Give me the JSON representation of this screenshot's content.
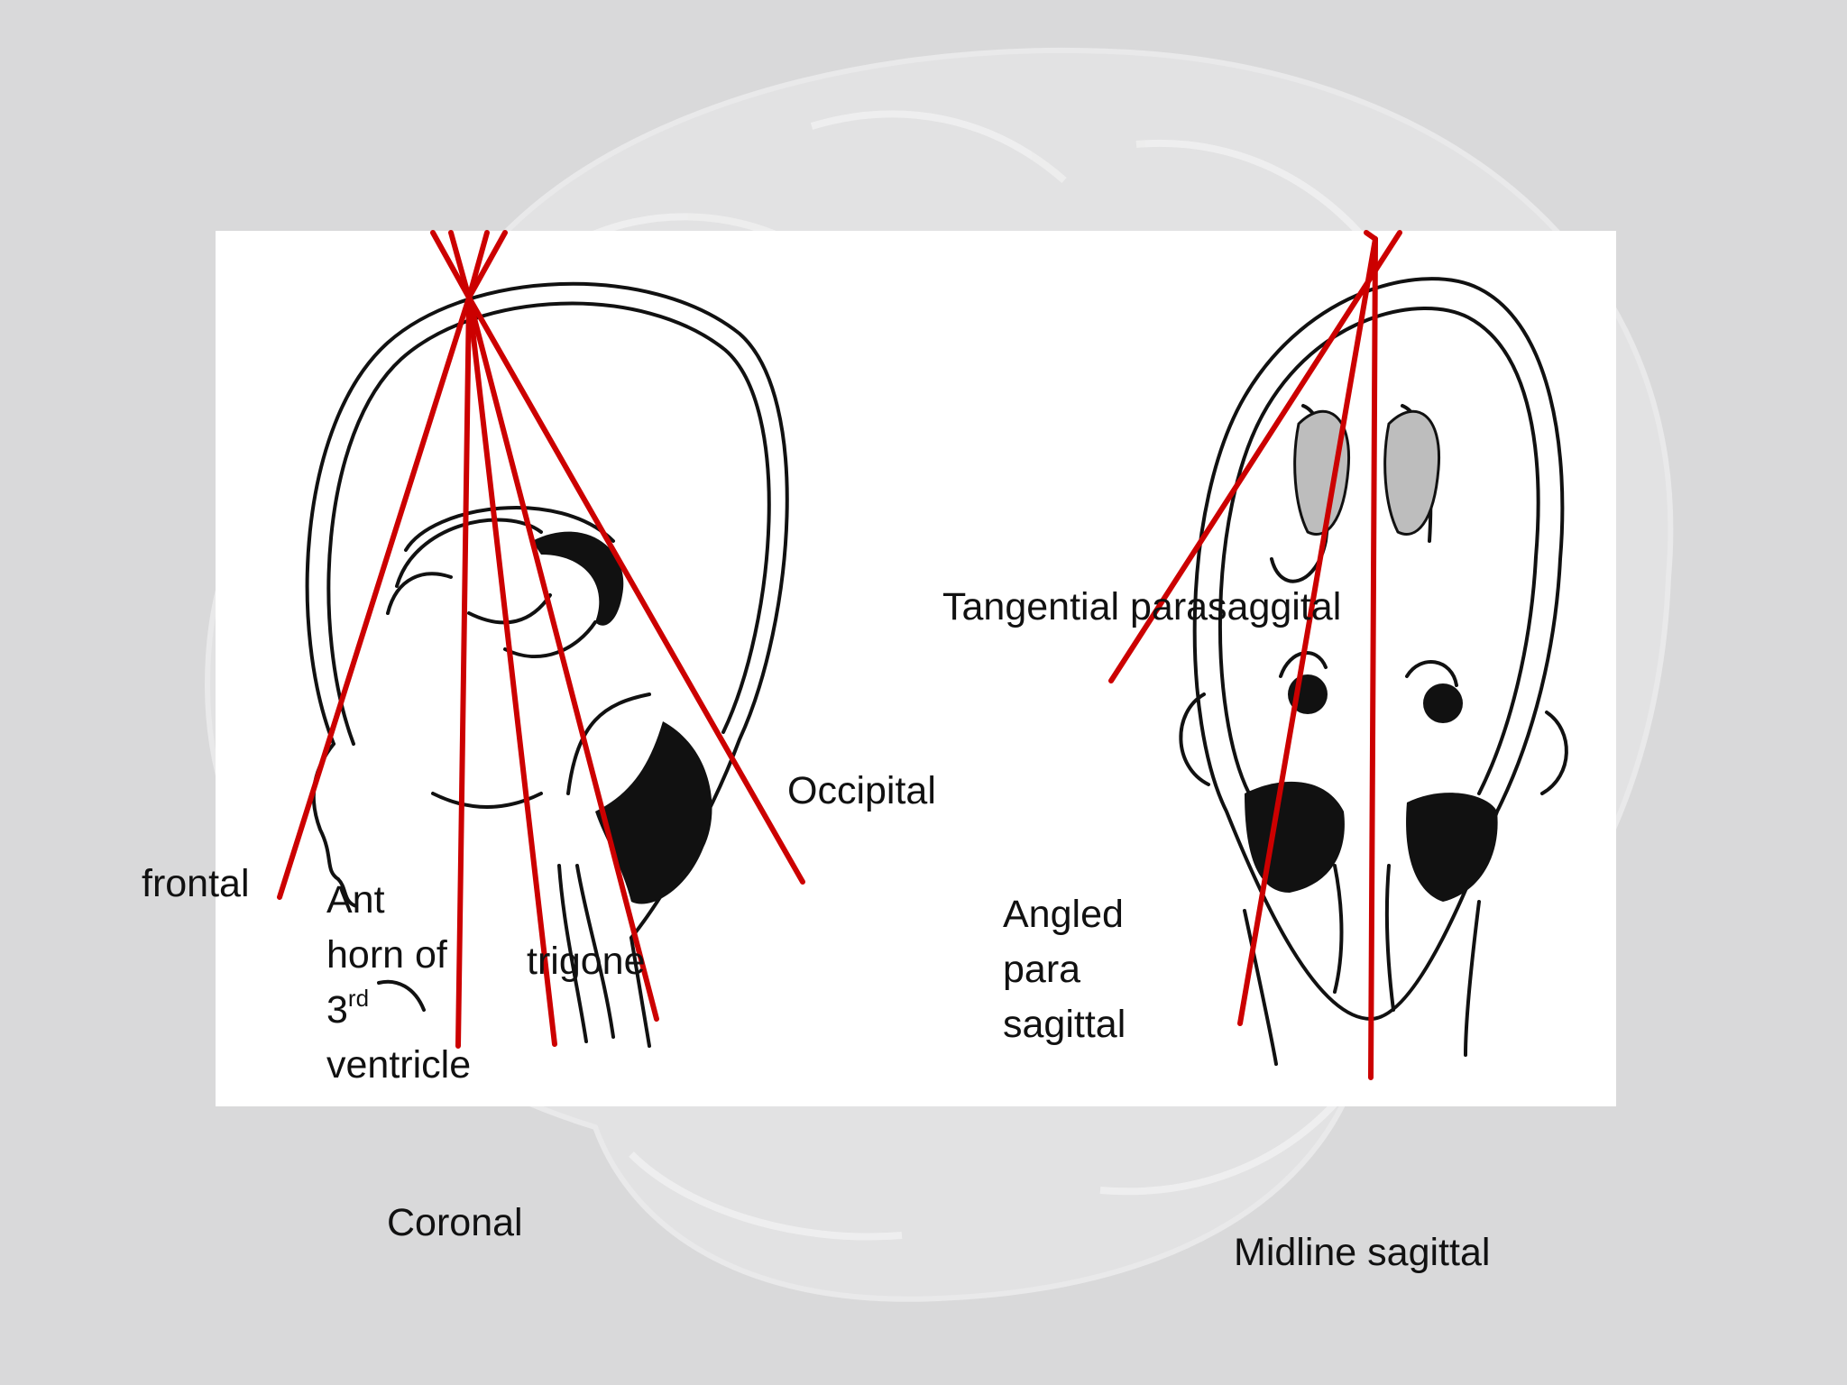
{
  "slide": {
    "labels": {
      "tangential": "Tangential parasaggital",
      "occipital": "Occipital",
      "frontal": "frontal",
      "ant_horn_line1": "Ant",
      "ant_horn_line2": "horn of",
      "ant_horn_line3_base": "3",
      "ant_horn_line3_sup": "rd",
      "ant_horn_line4": "ventricle",
      "trigone": "trigone",
      "angled_line1": "Angled",
      "angled_line2": "para",
      "angled_line3": "sagittal"
    },
    "captions": {
      "coronal": "Coronal",
      "midline_sagittal": "Midline sagittal"
    }
  },
  "colors": {
    "background": "#d9d9da",
    "panel": "#ffffff",
    "scan_lines": "#cc0000",
    "drawing": "#111111"
  },
  "icons": {
    "background": "brain-watermark",
    "left_figure": "coronal-head-illustration",
    "right_figure": "skull-top-illustration"
  }
}
